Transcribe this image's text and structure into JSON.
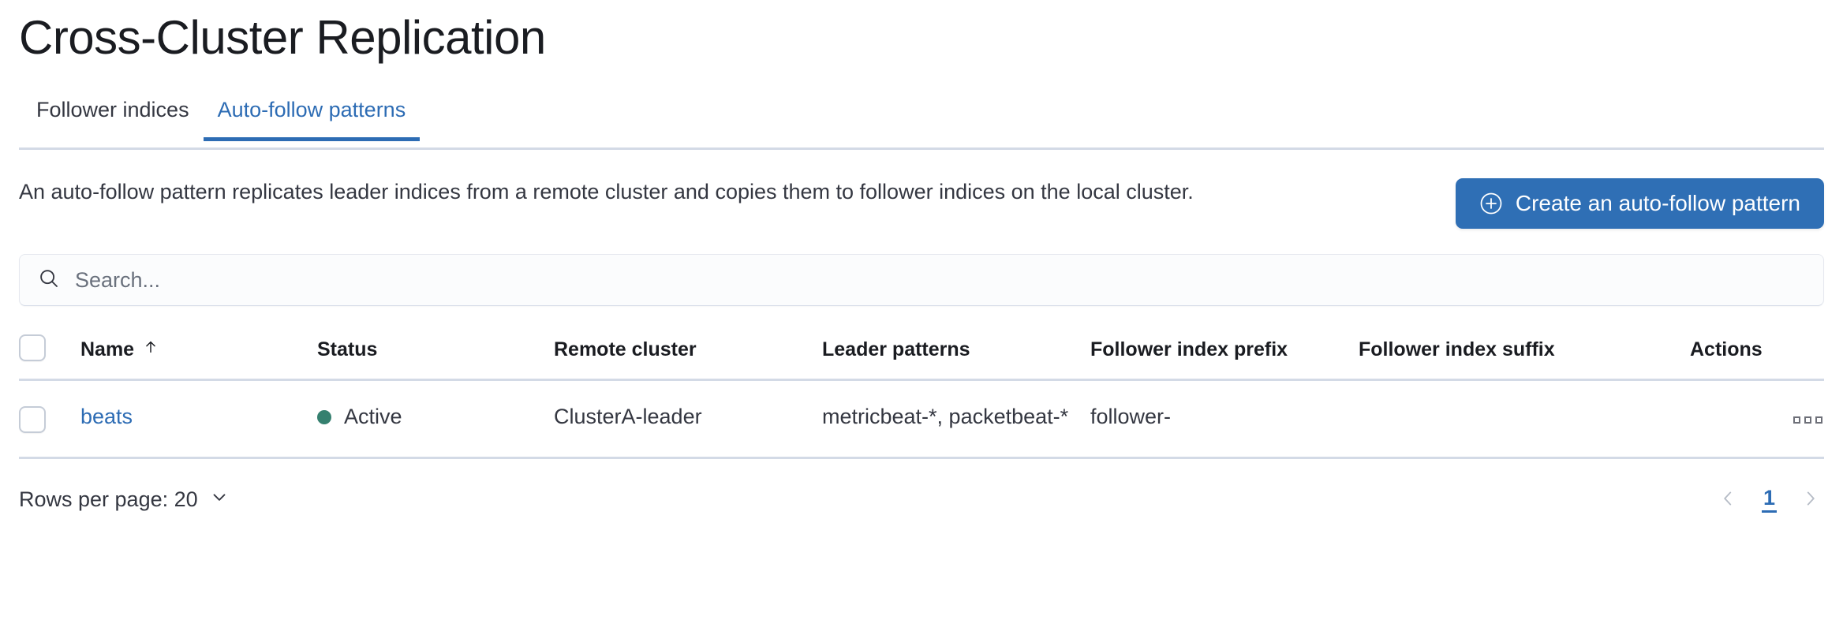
{
  "header": {
    "title": "Cross-Cluster Replication"
  },
  "tabs": [
    {
      "label": "Follower indices",
      "active": false
    },
    {
      "label": "Auto-follow patterns",
      "active": true
    }
  ],
  "intro": {
    "description": "An auto-follow pattern replicates leader indices from a remote cluster and copies them to follower indices on the local cluster.",
    "create_button_label": "Create an auto-follow pattern",
    "create_button_icon": "plus-in-circle-icon"
  },
  "search": {
    "placeholder": "Search...",
    "value": "",
    "icon": "search-icon"
  },
  "table": {
    "columns": [
      {
        "key": "name",
        "label": "Name",
        "sorted": true,
        "sort_direction": "asc",
        "sort_icon": "arrow-up-icon"
      },
      {
        "key": "status",
        "label": "Status"
      },
      {
        "key": "remote_cluster",
        "label": "Remote cluster"
      },
      {
        "key": "leader_patterns",
        "label": "Leader patterns"
      },
      {
        "key": "follower_index_prefix",
        "label": "Follower index prefix"
      },
      {
        "key": "follower_index_suffix",
        "label": "Follower index suffix"
      },
      {
        "key": "actions",
        "label": "Actions"
      }
    ],
    "rows": [
      {
        "name": "beats",
        "status": "Active",
        "status_color": "#35806f",
        "remote_cluster": "ClusterA-leader",
        "leader_patterns": "metricbeat-*, packetbeat-*",
        "follower_index_prefix": "follower-",
        "follower_index_suffix": "",
        "actions_icon": "boxes-horizontal-icon"
      }
    ]
  },
  "footer": {
    "rows_per_page_label": "Rows per page: 20",
    "rows_per_page_icon": "chevron-down-icon",
    "previous_page_icon": "chevron-left-icon",
    "next_page_icon": "chevron-right-icon",
    "current_page": "1"
  },
  "colors": {
    "primary": "#2d6cb4",
    "success": "#35806f",
    "border": "#d3dae6",
    "text": "#343741"
  }
}
